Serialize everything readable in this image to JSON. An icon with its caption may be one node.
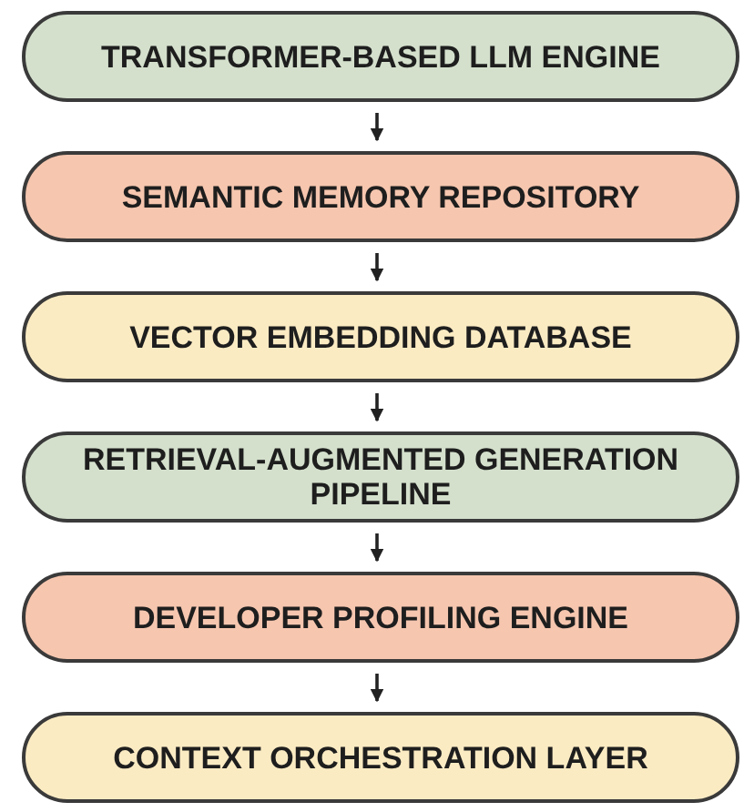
{
  "diagram": {
    "nodes": [
      {
        "text": [
          "TRANSFORMER-BASED LLM ENGINE"
        ]
      },
      {
        "text": [
          "SEMANTIC MEMORY REPOSITORY"
        ]
      },
      {
        "text": [
          "VECTOR EMBEDDING DATABASE"
        ]
      },
      {
        "text": [
          "RETRIEVAL-AUGMENTED GENERATION PIPELINE"
        ]
      },
      {
        "text": [
          "DEVELOPER PROFILING ENGINE"
        ]
      },
      {
        "text": [
          "CONTEXT ORCHESTRATION LAYER"
        ]
      }
    ],
    "edges": [
      {
        "from": 0,
        "to": 1,
        "arrow": "to"
      },
      {
        "from": 1,
        "to": 2,
        "arrow": "to"
      },
      {
        "from": 2,
        "to": 3,
        "arrow": "to"
      },
      {
        "from": 3,
        "to": 4,
        "arrow": "to"
      },
      {
        "from": 4,
        "to": 5,
        "arrow": "to"
      }
    ]
  }
}
